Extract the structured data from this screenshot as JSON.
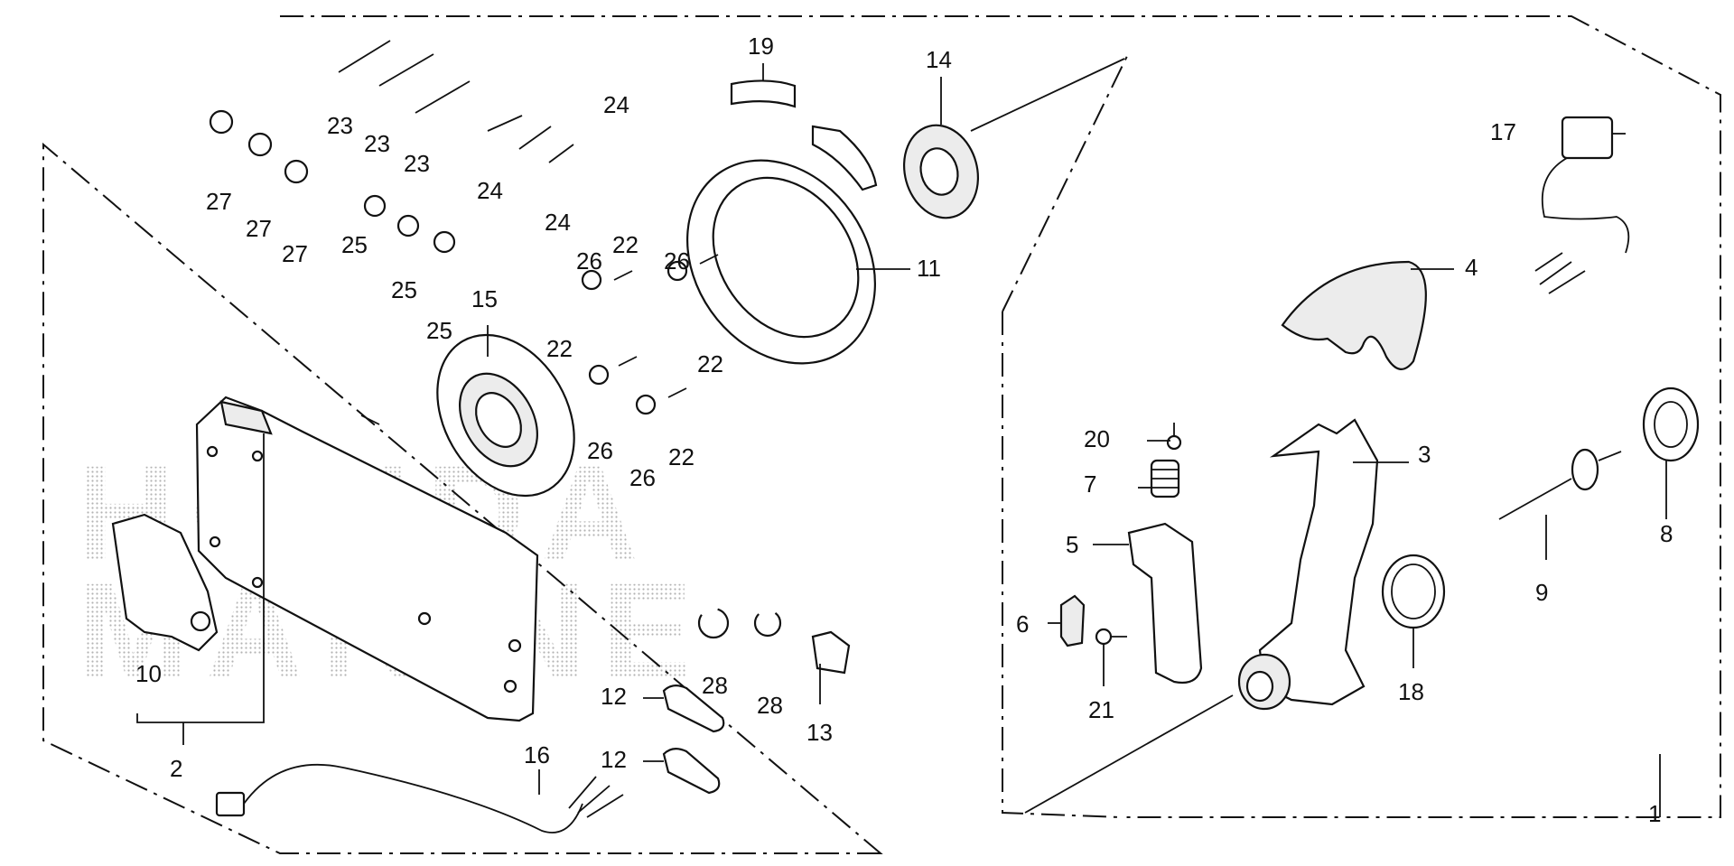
{
  "diagram": {
    "watermark": [
      "HONDA",
      "MARINE"
    ],
    "callouts": {
      "c1": "1",
      "c2": "2",
      "c3": "3",
      "c4": "4",
      "c5": "5",
      "c6": "6",
      "c7": "7",
      "c8": "8",
      "c9": "9",
      "c10": "10",
      "c11": "11",
      "c12a": "12",
      "c12b": "12",
      "c13": "13",
      "c14": "14",
      "c15": "15",
      "c16": "16",
      "c17": "17",
      "c18": "18",
      "c19": "19",
      "c20": "20",
      "c21": "21",
      "c22a": "22",
      "c22b": "22",
      "c22c": "22",
      "c22d": "22",
      "c23a": "23",
      "c23b": "23",
      "c23c": "23",
      "c24a": "24",
      "c24b": "24",
      "c24c": "24",
      "c25a": "25",
      "c25b": "25",
      "c25c": "25",
      "c26a": "26",
      "c26b": "26",
      "c26c": "26",
      "c26d": "26",
      "c27a": "27",
      "c27b": "27",
      "c27c": "27",
      "c28a": "28",
      "c28b": "28"
    }
  }
}
